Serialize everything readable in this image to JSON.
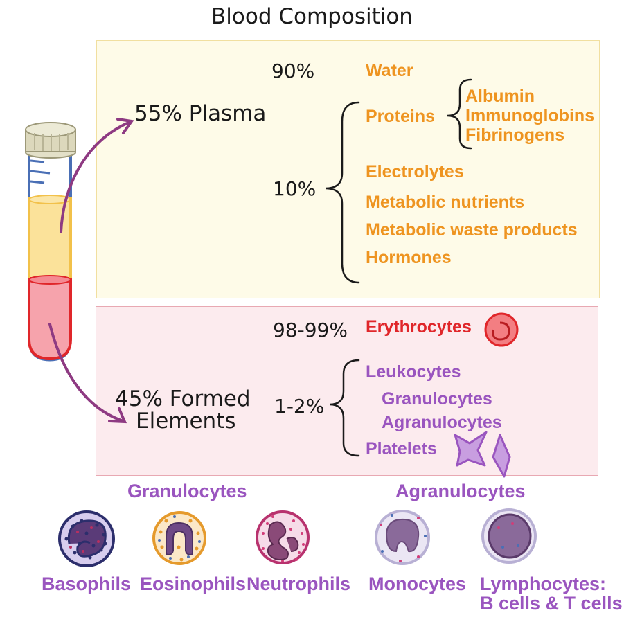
{
  "title": "Blood Composition",
  "plasma": {
    "label": "55% Plasma",
    "water_pct": "90%",
    "water": "Water",
    "other_pct": "10%",
    "proteins": "Proteins",
    "protein_types": [
      "Albumin",
      "Immunoglobins",
      "Fibrinogens"
    ],
    "components": [
      "Electrolytes",
      "Metabolic nutrients",
      "Metabolic waste products",
      "Hormones"
    ]
  },
  "formed": {
    "label_line1": "45% Formed",
    "label_line2": "Elements",
    "erythro_pct": "98-99%",
    "erythrocytes": "Erythrocytes",
    "other_pct": "1-2%",
    "leukocytes": "Leukocytes",
    "granulocytes": "Granulocytes",
    "agranulocytes": "Agranulocytes",
    "platelets": "Platelets"
  },
  "bottom": {
    "granulocytes_header": "Granulocytes",
    "agranulocytes_header": "Agranulocytes",
    "cells": [
      "Basophils",
      "Eosinophils",
      "Neutrophils",
      "Monocytes"
    ],
    "lymphocytes_line1": "Lymphocytes:",
    "lymphocytes_line2": "B cells & T cells"
  },
  "colors": {
    "plasma_text": "#ee9420",
    "erythrocyte_red": "#e0262a",
    "leukocyte_purple": "#9a55bf",
    "arrow_purple": "#8e3a82",
    "plasma_box": "#fefbe8",
    "formed_box": "#fcebee"
  }
}
